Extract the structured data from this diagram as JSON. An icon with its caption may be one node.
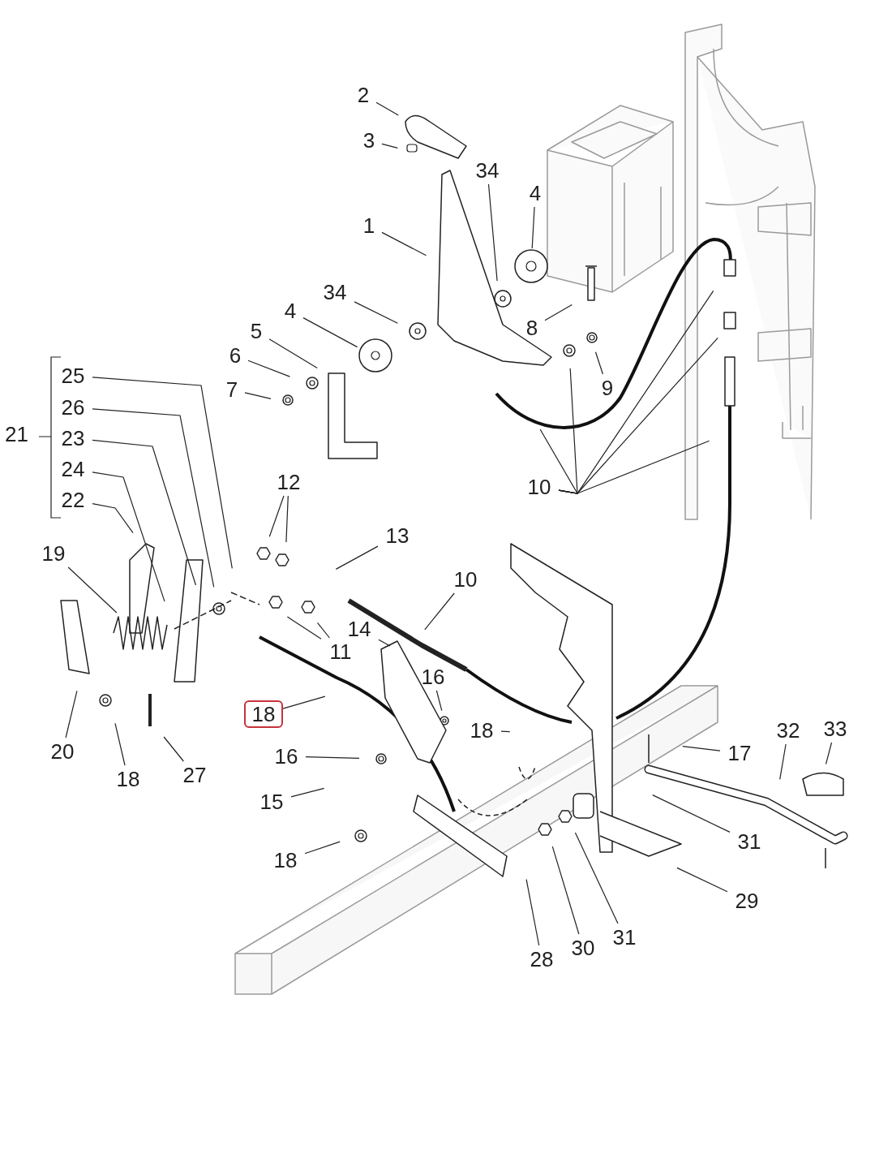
{
  "diagram": {
    "nodes": [
      {
        "text": [
          "2"
        ]
      },
      {
        "text": [
          "3"
        ]
      },
      {
        "text": [
          "34"
        ]
      },
      {
        "text": [
          "4"
        ]
      },
      {
        "text": [
          "1"
        ]
      },
      {
        "text": [
          "34"
        ]
      },
      {
        "text": [
          "4"
        ]
      },
      {
        "text": [
          "5"
        ]
      },
      {
        "text": [
          "6"
        ]
      },
      {
        "text": [
          "7"
        ]
      },
      {
        "text": [
          "8"
        ]
      },
      {
        "text": [
          "9"
        ]
      },
      {
        "text": [
          "10"
        ]
      },
      {
        "text": [
          "25"
        ]
      },
      {
        "text": [
          "26"
        ]
      },
      {
        "text": [
          "23"
        ]
      },
      {
        "text": [
          "24"
        ]
      },
      {
        "text": [
          "22"
        ]
      },
      {
        "text": [
          "19"
        ]
      },
      {
        "text": [
          "12"
        ]
      },
      {
        "text": [
          "13"
        ]
      },
      {
        "text": [
          "10"
        ]
      },
      {
        "text": [
          "14"
        ]
      },
      {
        "text": [
          "11"
        ]
      },
      {
        "text": [
          "16"
        ]
      },
      {
        "text": [
          "18"
        ]
      },
      {
        "text": [
          "20"
        ]
      },
      {
        "text": [
          "18"
        ]
      },
      {
        "text": [
          "27"
        ]
      },
      {
        "text": [
          "16"
        ]
      },
      {
        "text": [
          "15"
        ]
      },
      {
        "text": [
          "18"
        ]
      },
      {
        "text": [
          "17"
        ]
      },
      {
        "text": [
          "32"
        ]
      },
      {
        "text": [
          "33"
        ]
      },
      {
        "text": [
          "31"
        ]
      },
      {
        "text": [
          "29"
        ]
      },
      {
        "text": [
          "18"
        ]
      },
      {
        "text": [
          "28"
        ]
      },
      {
        "text": [
          "30"
        ]
      },
      {
        "text": [
          "31"
        ]
      }
    ],
    "edges": [
      {
        "from": 0,
        "to": null,
        "arrow": "none"
      },
      {
        "from": 1,
        "to": null,
        "arrow": "none"
      },
      {
        "from": 2,
        "to": null,
        "arrow": "none"
      },
      {
        "from": 3,
        "to": null,
        "arrow": "none"
      },
      {
        "from": 4,
        "to": null,
        "arrow": "none"
      },
      {
        "from": 5,
        "to": null,
        "arrow": "none"
      },
      {
        "from": 6,
        "to": null,
        "arrow": "none"
      },
      {
        "from": 7,
        "to": null,
        "arrow": "none"
      },
      {
        "from": 8,
        "to": null,
        "arrow": "none"
      },
      {
        "from": 9,
        "to": null,
        "arrow": "none"
      },
      {
        "from": 10,
        "to": null,
        "arrow": "none"
      },
      {
        "from": 11,
        "to": null,
        "arrow": "none"
      },
      {
        "from": 12,
        "to": null,
        "arrow": "none"
      },
      {
        "from": 12,
        "to": null,
        "arrow": "none"
      },
      {
        "from": 12,
        "to": null,
        "arrow": "none"
      },
      {
        "from": 12,
        "to": null,
        "arrow": "none"
      },
      {
        "from": 12,
        "to": null,
        "arrow": "none"
      },
      {
        "from": 13,
        "to": null,
        "arrow": "none"
      },
      {
        "from": 14,
        "to": null,
        "arrow": "none"
      },
      {
        "from": 15,
        "to": null,
        "arrow": "none"
      },
      {
        "from": 16,
        "to": null,
        "arrow": "none"
      },
      {
        "from": 17,
        "to": null,
        "arrow": "none"
      },
      {
        "from": 18,
        "to": null,
        "arrow": "none"
      },
      {
        "from": 19,
        "to": null,
        "arrow": "none"
      },
      {
        "from": 19,
        "to": null,
        "arrow": "none"
      },
      {
        "from": 20,
        "to": null,
        "arrow": "none"
      },
      {
        "from": 21,
        "to": null,
        "arrow": "none"
      },
      {
        "from": 22,
        "to": null,
        "arrow": "none"
      },
      {
        "from": 23,
        "to": null,
        "arrow": "none"
      },
      {
        "from": 23,
        "to": null,
        "arrow": "none"
      },
      {
        "from": 24,
        "to": null,
        "arrow": "none"
      },
      {
        "from": 25,
        "to": null,
        "arrow": "none"
      },
      {
        "from": 26,
        "to": null,
        "arrow": "none"
      },
      {
        "from": 27,
        "to": null,
        "arrow": "none"
      },
      {
        "from": 28,
        "to": null,
        "arrow": "none"
      },
      {
        "from": 29,
        "to": null,
        "arrow": "none"
      },
      {
        "from": 30,
        "to": null,
        "arrow": "none"
      },
      {
        "from": 31,
        "to": null,
        "arrow": "none"
      },
      {
        "from": 32,
        "to": null,
        "arrow": "none"
      },
      {
        "from": 33,
        "to": null,
        "arrow": "none"
      },
      {
        "from": 34,
        "to": null,
        "arrow": "none"
      },
      {
        "from": 35,
        "to": null,
        "arrow": "none"
      },
      {
        "from": 36,
        "to": null,
        "arrow": "none"
      },
      {
        "from": 37,
        "to": null,
        "arrow": "none"
      },
      {
        "from": 38,
        "to": null,
        "arrow": "none"
      },
      {
        "from": 39,
        "to": null,
        "arrow": "none"
      },
      {
        "from": 40,
        "to": null,
        "arrow": "none"
      }
    ],
    "labels": [
      "21"
    ]
  }
}
